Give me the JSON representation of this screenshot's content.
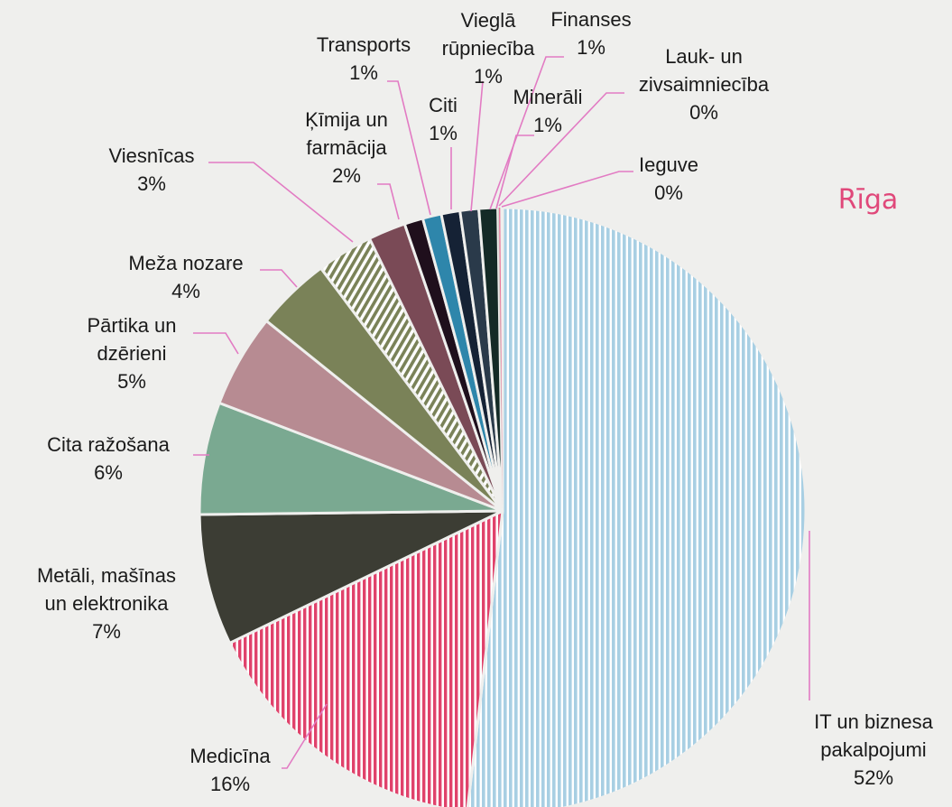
{
  "chart_data": {
    "type": "pie",
    "title": "Rīga",
    "colors": {
      "title": "#e0487a",
      "leader": "#e27bc3",
      "background": "#efefed"
    },
    "slices": [
      {
        "name": "IT un biznesa pakalpojumi",
        "lines": [
          "IT un biznesa",
          "pakalpojumi"
        ],
        "value": 52,
        "value_label": "52%",
        "color": "#a8cfe3",
        "pattern": "vstripe"
      },
      {
        "name": "Medicīna",
        "lines": [
          "Medicīna"
        ],
        "value": 16,
        "value_label": "16%",
        "color": "#e0426b",
        "pattern": "vstripe"
      },
      {
        "name": "Metāli, mašīnas un elektronika",
        "lines": [
          "Metāli, mašīnas",
          "un elektronika"
        ],
        "value": 7,
        "value_label": "7%",
        "color": "#3c3d34",
        "pattern": "solid"
      },
      {
        "name": "Cita ražošana",
        "lines": [
          "Cita ražošana"
        ],
        "value": 6,
        "value_label": "6%",
        "color": "#7aa991",
        "pattern": "solid"
      },
      {
        "name": "Pārtika un dzērieni",
        "lines": [
          "Pārtika un",
          "dzērieni"
        ],
        "value": 5,
        "value_label": "5%",
        "color": "#b78b92",
        "pattern": "solid"
      },
      {
        "name": "Meža nozare",
        "lines": [
          "Meža nozare"
        ],
        "value": 4,
        "value_label": "4%",
        "color": "#7a8258",
        "pattern": "solid"
      },
      {
        "name": "Viesnīcas",
        "lines": [
          "Viesnīcas"
        ],
        "value": 3,
        "value_label": "3%",
        "color": "#7a8258",
        "pattern": "dstripe"
      },
      {
        "name": "Ķīmija un farmācija",
        "lines": [
          "Ķīmija un",
          "farmācija"
        ],
        "value": 2,
        "value_label": "2%",
        "color": "#7a4a56",
        "pattern": "solid"
      },
      {
        "name": "Transports",
        "lines": [
          "Transports"
        ],
        "value": 1,
        "value_label": "1%",
        "color": "#1f0f1c",
        "pattern": "solid"
      },
      {
        "name": "Citi",
        "lines": [
          "Citi"
        ],
        "value": 1,
        "value_label": "1%",
        "color": "#2e86ab",
        "pattern": "solid"
      },
      {
        "name": "Vieglā rūpniecība",
        "lines": [
          "Vieglā",
          "rūpniecība"
        ],
        "value": 1,
        "value_label": "1%",
        "color": "#152235",
        "pattern": "solid"
      },
      {
        "name": "Finanses",
        "lines": [
          "Finanses"
        ],
        "value": 1,
        "value_label": "1%",
        "color": "#2a3a4a",
        "pattern": "solid"
      },
      {
        "name": "Minerāli",
        "lines": [
          "Minerāli"
        ],
        "value": 1,
        "value_label": "1%",
        "color": "#142a26",
        "pattern": "solid"
      },
      {
        "name": "Lauk- un zivsaimniecība",
        "lines": [
          "Lauk- un",
          "zivsaimniecība"
        ],
        "value": 0,
        "value_label": "0%",
        "color": "#d0d0c8",
        "pattern": "solid"
      },
      {
        "name": "Ieguve",
        "lines": [
          "Ieguve"
        ],
        "value": 0,
        "value_label": "0%",
        "color": "#e8759a",
        "pattern": "solid"
      }
    ]
  }
}
